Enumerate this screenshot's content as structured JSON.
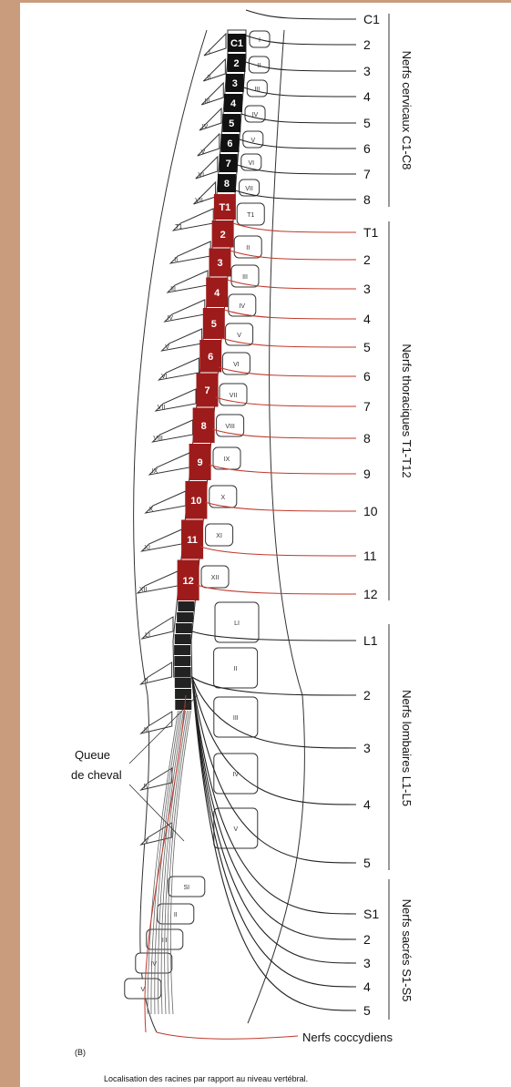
{
  "cervical": {
    "title": "Nerfs cervicaux C1-C8",
    "labels": [
      "C1",
      "2",
      "3",
      "4",
      "5",
      "6",
      "7",
      "8"
    ]
  },
  "thoracic": {
    "title": "Nerfs thoraciques T1-T12",
    "labels": [
      "T1",
      "2",
      "3",
      "4",
      "5",
      "6",
      "7",
      "8",
      "9",
      "10",
      "11",
      "12"
    ]
  },
  "lumbar": {
    "title": "Nerfs lombaires L1-L5",
    "labels": [
      "L1",
      "2",
      "3",
      "4",
      "5"
    ]
  },
  "sacral": {
    "title": "Nerfs sacrés S1-S5",
    "labels": [
      "S1",
      "2",
      "3",
      "4",
      "5"
    ]
  },
  "coccygeal": "Nerfs coccydiens",
  "cauda_equina": [
    "Queue",
    "de cheval"
  ],
  "figure_marker": "(B)",
  "caption": "Localisation des racines par rapport au niveau vertébral.",
  "segments": {
    "cervical": [
      "C1",
      "2",
      "3",
      "4",
      "5",
      "6",
      "7",
      "8"
    ],
    "thoracic": [
      "T1",
      "2",
      "3",
      "4",
      "5",
      "6",
      "7",
      "8",
      "9",
      "10",
      "11",
      "12"
    ]
  },
  "vertebrae": {
    "cervical": [
      "I",
      "II",
      "III",
      "IV",
      "V",
      "VI",
      "VII"
    ],
    "thoracic": [
      "T1",
      "II",
      "III",
      "IV",
      "V",
      "VI",
      "VII",
      "VIII",
      "IX",
      "X",
      "XI",
      "XII"
    ],
    "lumbar": [
      "LI",
      "II",
      "III",
      "IV",
      "V"
    ],
    "sacral": [
      "SI",
      "II",
      "III",
      "IV",
      "V"
    ]
  },
  "colors": {
    "cervical_segment": "#111111",
    "thoracic_segment": "#9e1b1b",
    "thoracic_nerve": "#c0392b",
    "nerve": "#222222",
    "outline": "#333333"
  }
}
